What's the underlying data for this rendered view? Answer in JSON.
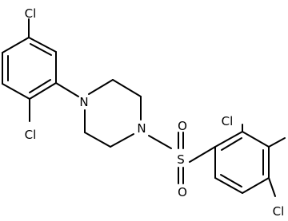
{
  "molecule": {
    "atoms": {
      "cl_top": "Cl",
      "cl_left_bottom": "Cl",
      "n_piperazine_left": "N",
      "n_piperazine_right": "N",
      "sulfur": "S",
      "o_top": "O",
      "o_bottom": "O",
      "cl_right_top": "Cl",
      "cl_right_bottom": "Cl"
    }
  },
  "colors": {
    "bond": "#000000",
    "label": "#000000",
    "background": "#ffffff"
  }
}
